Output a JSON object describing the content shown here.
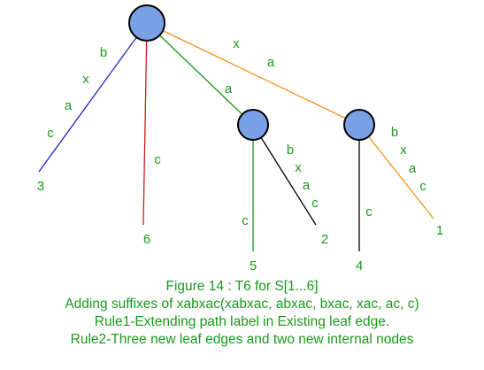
{
  "colors": {
    "label": "#1a9a1a",
    "node_fill": "#7aa0e6",
    "edge_blue": "#2020c8",
    "edge_red": "#c81e1e",
    "edge_green": "#1a9a1a",
    "edge_orange": "#f0901e",
    "edge_black": "#000000"
  },
  "tree": {
    "nodes": [
      {
        "id": "root"
      },
      {
        "id": "internal-left"
      },
      {
        "id": "internal-right"
      }
    ],
    "edges": [
      {
        "id": "root-to-3",
        "from": "root",
        "to": "leaf-3",
        "color": "edge_blue",
        "chars": [
          "b",
          "x",
          "a",
          "c"
        ]
      },
      {
        "id": "root-to-6",
        "from": "root",
        "to": "leaf-6",
        "color": "edge_red",
        "chars": [
          "c"
        ]
      },
      {
        "id": "root-to-internal-left",
        "from": "root",
        "to": "internal-left",
        "color": "edge_green",
        "chars": [
          "a"
        ]
      },
      {
        "id": "root-to-internal-right",
        "from": "root",
        "to": "internal-right",
        "color": "edge_orange",
        "chars": [
          "x",
          "a"
        ]
      },
      {
        "id": "internal-left-to-5",
        "from": "internal-left",
        "to": "leaf-5",
        "color": "edge_green",
        "chars": [
          "c"
        ]
      },
      {
        "id": "internal-left-to-2",
        "from": "internal-left",
        "to": "leaf-2",
        "color": "edge_black",
        "chars": [
          "b",
          "x",
          "a",
          "c"
        ]
      },
      {
        "id": "internal-right-to-4",
        "from": "internal-right",
        "to": "leaf-4",
        "color": "edge_black",
        "chars": [
          "c"
        ]
      },
      {
        "id": "internal-right-to-1",
        "from": "internal-right",
        "to": "leaf-1",
        "color": "edge_orange",
        "chars": [
          "b",
          "x",
          "a",
          "c"
        ]
      }
    ],
    "leaves": [
      {
        "id": "leaf-3",
        "label": "3"
      },
      {
        "id": "leaf-6",
        "label": "6"
      },
      {
        "id": "leaf-5",
        "label": "5"
      },
      {
        "id": "leaf-2",
        "label": "2"
      },
      {
        "id": "leaf-4",
        "label": "4"
      },
      {
        "id": "leaf-1",
        "label": "1"
      }
    ]
  },
  "caption": {
    "line1": "Figure 14 : T6 for S[1...6]",
    "line2": "Adding suffixes of xabxac(xabxac, abxac, bxac, xac, ac, c)",
    "line3": "Rule1-Extending path label in Existing leaf edge.",
    "line4": "Rule2-Three new leaf edges and two new internal nodes"
  }
}
